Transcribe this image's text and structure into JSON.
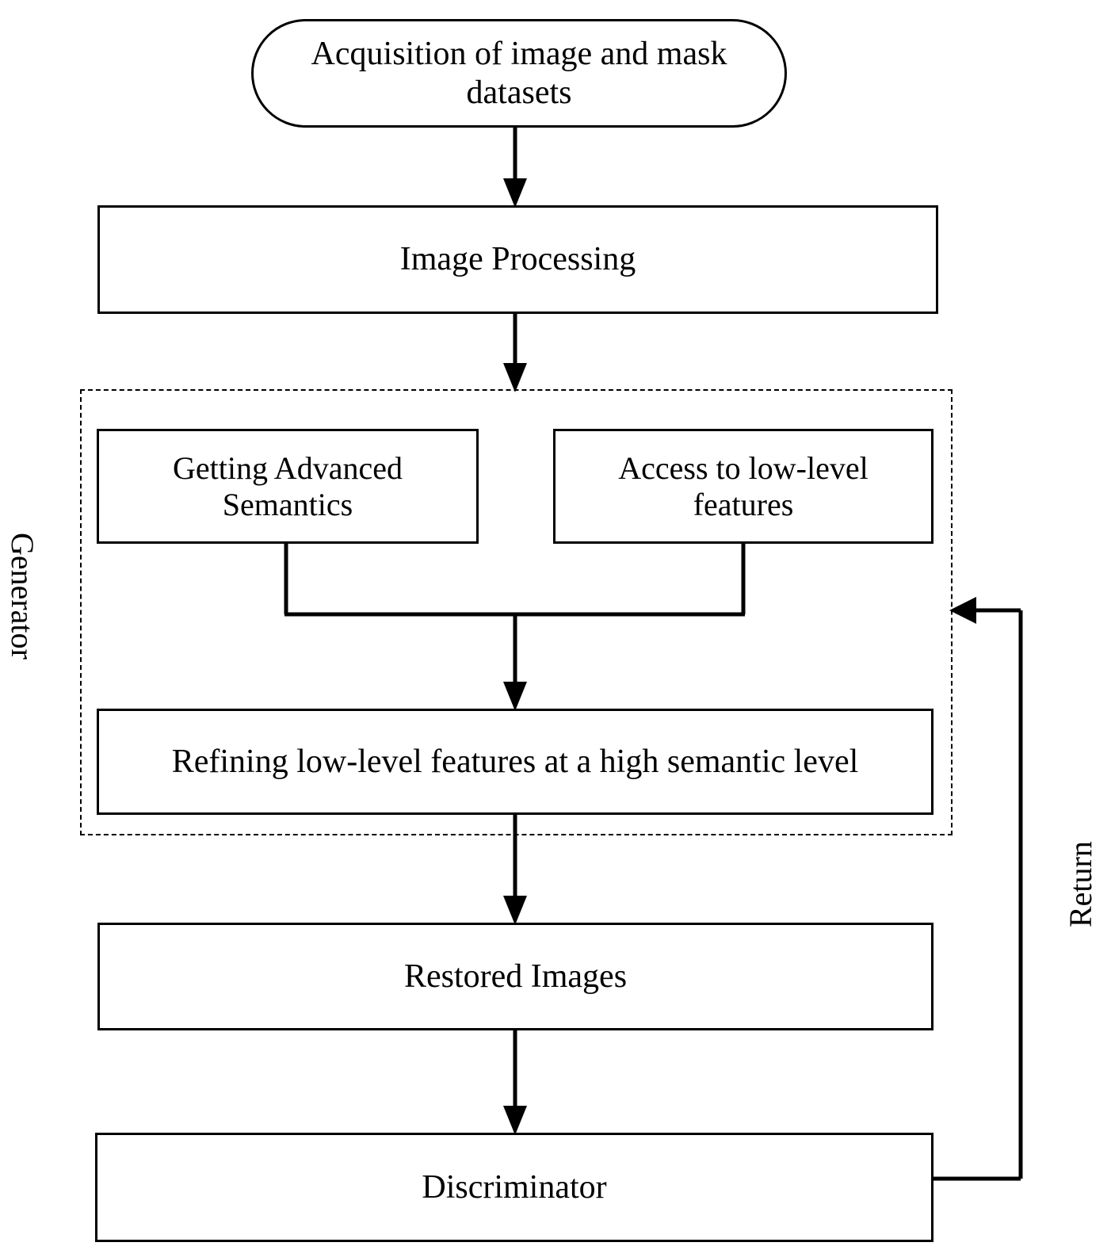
{
  "diagram": {
    "title": "GAN-based image restoration pipeline flowchart",
    "background_color": "#ffffff",
    "line_color": "#000000",
    "text_color": "#000000",
    "nodes": {
      "acquisition": {
        "label": "Acquisition of image and mask\ndatasets",
        "shape": "stadium"
      },
      "image_processing": {
        "label": "Image Processing",
        "shape": "rectangle"
      },
      "advanced_semantics": {
        "label": "Getting Advanced\nSemantics",
        "shape": "rectangle"
      },
      "low_level_features": {
        "label": "Access to low-level\nfeatures",
        "shape": "rectangle"
      },
      "refining": {
        "label": "Refining low-level features at a high semantic level",
        "shape": "rectangle"
      },
      "restored_images": {
        "label": "Restored Images",
        "shape": "rectangle"
      },
      "discriminator": {
        "label": "Discriminator",
        "shape": "rectangle"
      }
    },
    "groups": {
      "generator": {
        "label": "Generator",
        "style": "dashed",
        "label_orientation": "rotated-clockwise"
      }
    },
    "edges": {
      "return": {
        "label": "Return",
        "label_orientation": "rotated-counter-clockwise",
        "from": "discriminator",
        "to": "generator"
      }
    }
  }
}
